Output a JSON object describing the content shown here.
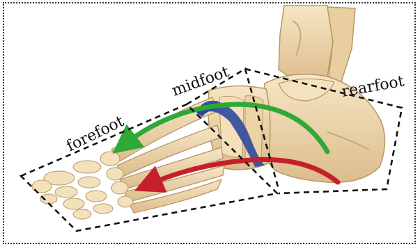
{
  "labels": {
    "forefoot": "forefoot",
    "midfoot": "midfoot",
    "rearfoot": "rearfoot"
  },
  "colors": {
    "bone": "#f1dcb2",
    "bone_shadow": "#d9b98a",
    "bone_outline": "#b89566",
    "green_arrow": "#2ea836",
    "red_arrow": "#c51f2a",
    "blue_band": "#2d4a9e",
    "dashed_outline": "#111111"
  },
  "icons": {
    "green_arrow": "medial-longitudinal-arch-arrow",
    "red_arrow": "lateral-longitudinal-arch-arrow",
    "blue_band": "transverse-arch-band"
  }
}
